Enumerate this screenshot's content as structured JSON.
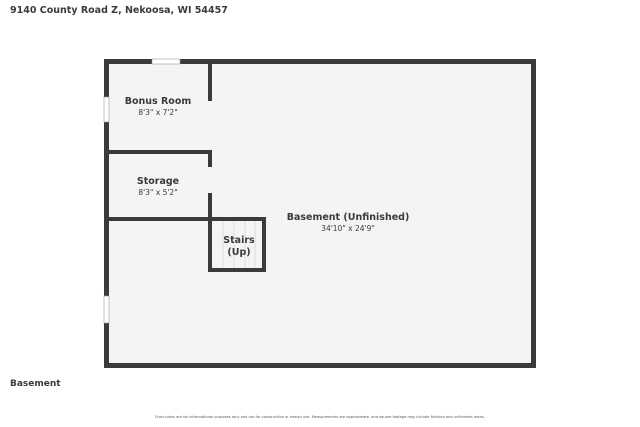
{
  "header": {
    "address": "9140 County Road Z, Nekoosa, WI 54457"
  },
  "floor_label": "Basement",
  "disclaimer": "Floor plans are for informational purposes only and not for construction or design use. Measurements are approximate, and square footage may include finished and unfinished areas.",
  "rooms": [
    {
      "name": "Bonus Room",
      "dims": "8'3\" x 7'2\""
    },
    {
      "name": "Storage",
      "dims": "8'3\" x 5'2\""
    },
    {
      "name": "Basement (Unfinished)",
      "dims": "34'10\" x 24'9\""
    },
    {
      "name": "Stairs",
      "sub": "(Up)"
    }
  ],
  "colors": {
    "wall": "#3a3a3a",
    "floor": "#f4f4f4"
  }
}
